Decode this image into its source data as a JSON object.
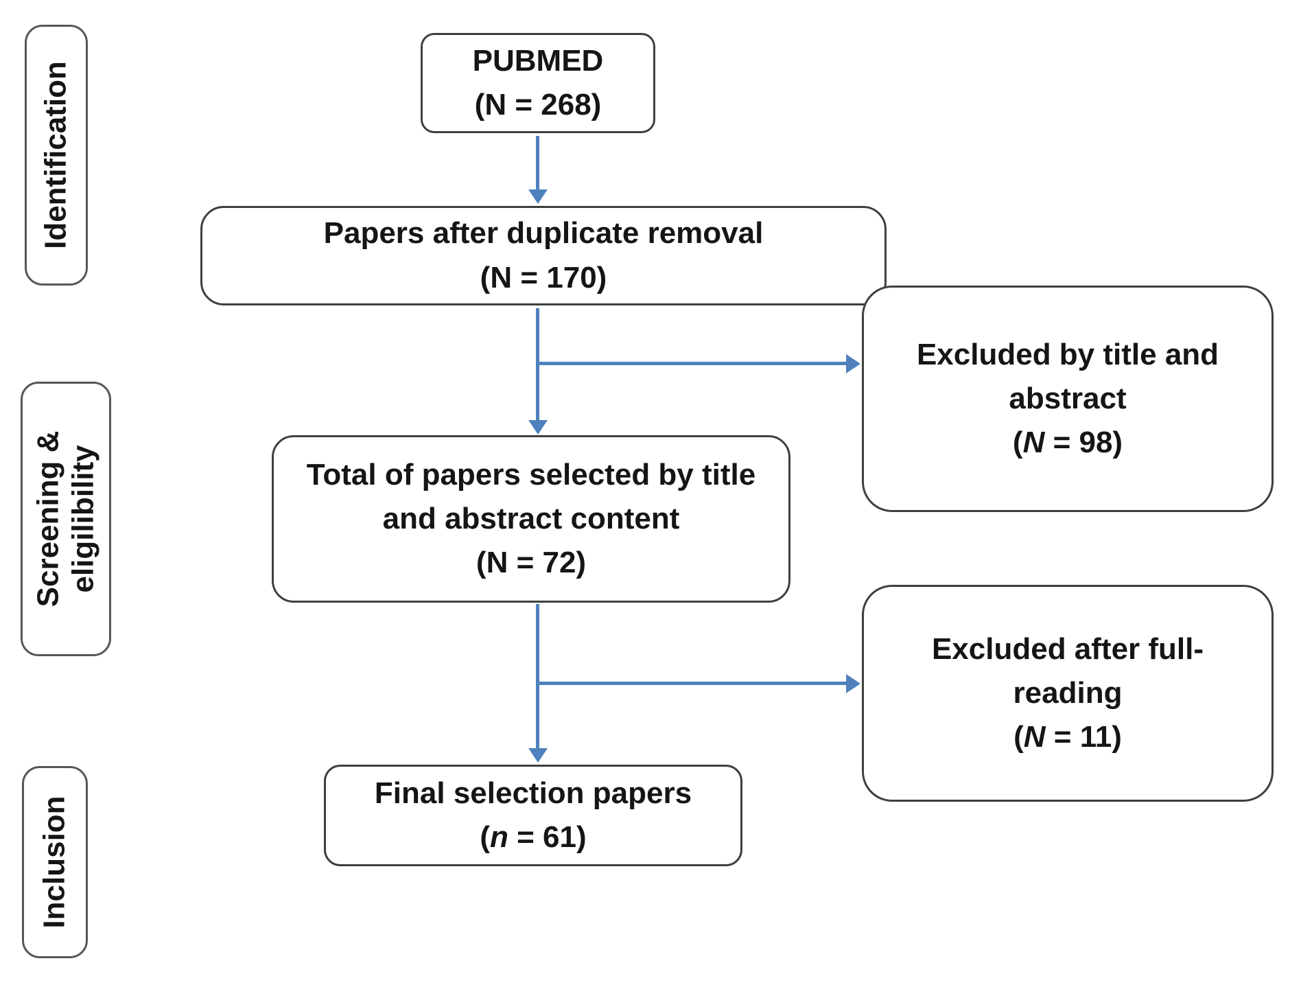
{
  "diagram": {
    "stage_labels": {
      "identification": {
        "text": "Identification"
      },
      "screening": {
        "line1": "Screening &",
        "line2": "eligilibility"
      },
      "inclusion": {
        "text": "Inclusion"
      }
    },
    "boxes": {
      "pubmed": {
        "title": "PUBMED",
        "count_open": "(",
        "count_var": "N",
        "count_rest": " = 268)",
        "var_class": "upright"
      },
      "duplicates": {
        "title": "Papers after duplicate removal",
        "count_open": "(",
        "count_var": "N",
        "count_rest": " = 170)",
        "var_class": "upright"
      },
      "selected": {
        "title": "Total of papers selected by title and abstract content",
        "count_open": "(",
        "count_var": "N",
        "count_rest": " = 72)",
        "var_class": "upright"
      },
      "excluded_title_abstract": {
        "title": "Excluded by title and abstract",
        "count_open": "(",
        "count_var": "N",
        "count_rest": " = 98)",
        "var_class": "italic"
      },
      "excluded_full_reading": {
        "title": "Excluded after full-reading",
        "count_open": "(",
        "count_var": "N",
        "count_rest": " = 11)",
        "var_class": "italic"
      },
      "final": {
        "title": "Final selection papers",
        "count_open": "(",
        "count_var": "n",
        "count_rest": " = 61)",
        "var_class": "italic"
      }
    },
    "connections": [
      {
        "from": "pubmed",
        "to": "duplicates"
      },
      {
        "from": "duplicates",
        "to": "selected"
      },
      {
        "from": "duplicates",
        "to": "excluded_title_abstract"
      },
      {
        "from": "selected",
        "to": "final"
      },
      {
        "from": "selected",
        "to": "excluded_full_reading"
      }
    ]
  },
  "colors": {
    "arrow": "#4f81bd",
    "box-border": "#3f3f3f",
    "label-border": "#565656",
    "text": "#151515",
    "bg": "#ffffff"
  }
}
